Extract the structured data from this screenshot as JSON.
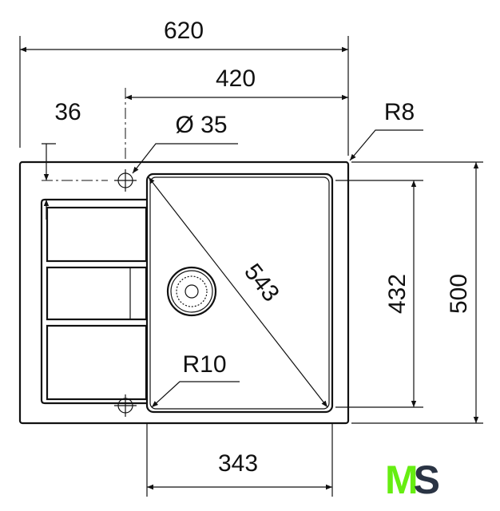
{
  "dimensions": {
    "overall_width": "620",
    "bowl_offset_width": "420",
    "hole_offset": "36",
    "tap_hole_diameter": "Ø 35",
    "outer_radius": "R8",
    "diagonal": "543",
    "bowl_height": "432",
    "overall_depth": "500",
    "inner_radius": "R10",
    "bowl_width": "343"
  },
  "logo": {
    "first": "M",
    "second": "S",
    "colors": {
      "first": "#66ee11",
      "second": "#2a3444"
    }
  }
}
